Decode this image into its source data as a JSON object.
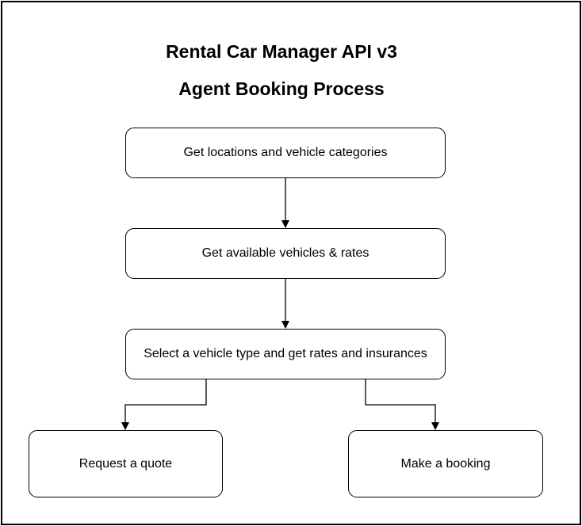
{
  "diagram": {
    "title_line1": "Rental Car Manager API v3",
    "title_line2": "Agent Booking Process",
    "nodes": {
      "get_locations": "Get locations and vehicle categories",
      "get_available": "Get available vehicles & rates",
      "select_vehicle": "Select a vehicle type and get rates and insurances",
      "request_quote": "Request a quote",
      "make_booking": "Make a booking"
    },
    "edges": [
      {
        "from": "get_locations",
        "to": "get_available"
      },
      {
        "from": "get_available",
        "to": "select_vehicle"
      },
      {
        "from": "select_vehicle",
        "to": "request_quote"
      },
      {
        "from": "select_vehicle",
        "to": "make_booking"
      }
    ],
    "colors": {
      "stroke": "#000000",
      "background": "#ffffff"
    }
  }
}
